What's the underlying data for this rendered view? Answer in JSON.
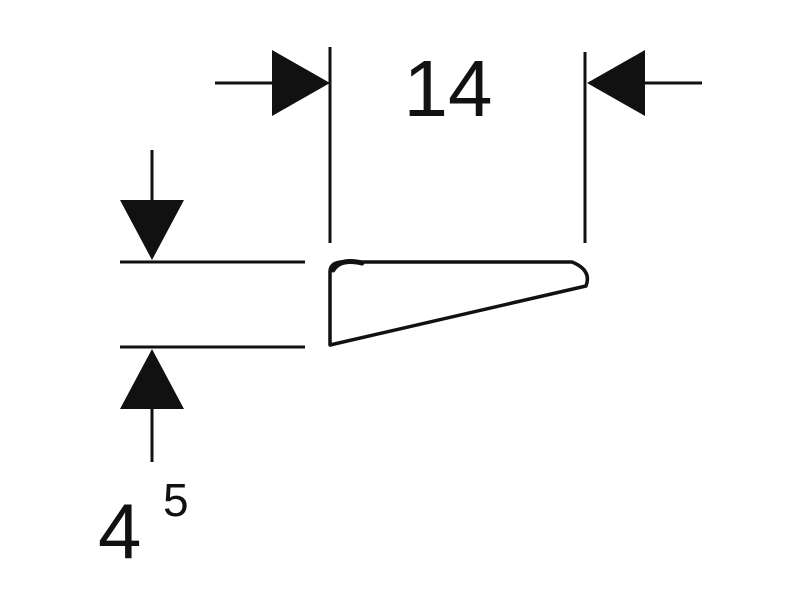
{
  "dimensions": {
    "width": {
      "value": "14"
    },
    "height": {
      "value": "4",
      "superscript": "5"
    }
  },
  "colors": {
    "line": "#111111",
    "background": "#ffffff"
  }
}
